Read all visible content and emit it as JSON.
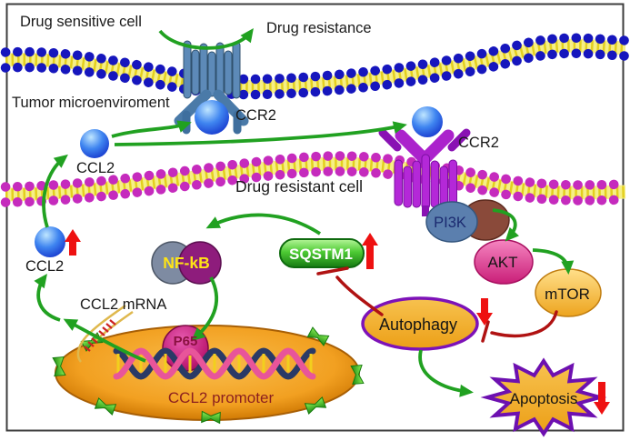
{
  "figure": {
    "type": "signaling-pathway-diagram",
    "labels": {
      "drug_sensitive_cell": "Drug sensitive cell",
      "drug_resistance": "Drug resistance",
      "tumor_microenvironment": "Tumor microenviroment",
      "drug_resistant_cell": "Drug resistant cell"
    },
    "molecules": {
      "ccr2": "CCR2",
      "ccl2": "CCL2",
      "ccl2_mrna": "CCL2 mRNA",
      "pi3k": "PI3K",
      "akt": "AKT",
      "mtor": "mTOR",
      "sqstm1": "SQSTM1",
      "nfkb": "NF-kB",
      "p65": "P65",
      "ccl2_promoter": "CCL2 promoter",
      "autophagy": "Autophagy",
      "apoptosis": "Apoptosis"
    },
    "regulation": {
      "upregulated": [
        "CCL2",
        "SQSTM1"
      ],
      "downregulated": [
        "Autophagy",
        "Apoptosis"
      ]
    },
    "edges": [
      {
        "from": "Drug sensitive cell",
        "to": "Drug resistance",
        "type": "transition"
      },
      {
        "from": "CCL2",
        "to": "CCR2 (drug sensitive cell)",
        "type": "activation"
      },
      {
        "from": "CCL2",
        "to": "CCR2 (drug resistant cell)",
        "type": "activation"
      },
      {
        "from": "PI3K",
        "to": "AKT",
        "type": "activation"
      },
      {
        "from": "AKT",
        "to": "mTOR",
        "type": "activation"
      },
      {
        "from": "mTOR",
        "to": "Autophagy",
        "type": "inhibition"
      },
      {
        "from": "Autophagy",
        "to": "SQSTM1",
        "type": "inhibition"
      },
      {
        "from": "SQSTM1",
        "to": "NF-kB",
        "type": "activation"
      },
      {
        "from": "NF-kB",
        "to": "P65 / CCL2 promoter",
        "type": "activation"
      },
      {
        "from": "CCL2 promoter",
        "to": "CCL2 mRNA",
        "type": "transcription"
      },
      {
        "from": "CCL2 mRNA",
        "to": "CCL2",
        "type": "translation"
      },
      {
        "from": "Autophagy",
        "to": "Apoptosis",
        "type": "activation"
      }
    ],
    "colors": {
      "activation_green": "#21a121",
      "inhibition_red": "#b01212",
      "regulation_arrow_red": "#ee1111",
      "membrane_top_blue": "#1616bd",
      "membrane_bottom_magenta": "#c52bbd",
      "membrane_core_yellow": "#f6ef86",
      "receptor_top_steelblue": "#5d8ab8",
      "receptor_bottom_purple": "#b428d8",
      "ligand_blue": "#2a6ae8",
      "nucleus_orange": "#f29c18",
      "organelle_border_purple": "#7d12b8",
      "sqstm1_green": "#2fb01e",
      "akt_pink": "#d6257f",
      "mtor_gold": "#efa41e",
      "pi3k_blue": "#5b7fae",
      "pi3k_brown": "#8a4a3a"
    }
  }
}
